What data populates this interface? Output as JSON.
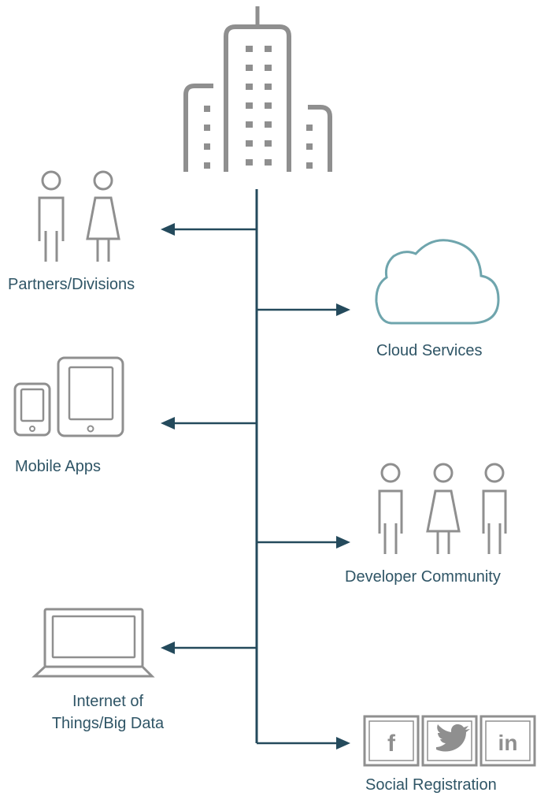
{
  "diagram": {
    "colors": {
      "icon_gray": "#8f8f8f",
      "cloud_teal": "#6fa5ad",
      "connector_navy": "#244a5c",
      "label_text": "#2f5566"
    },
    "center_icon": "building-icon",
    "left_nodes": [
      {
        "label": "Partners/Divisions",
        "icon": "people-icon"
      },
      {
        "label": "Mobile Apps",
        "icon": "mobile-devices-icon"
      },
      {
        "label_line1": "Internet of",
        "label_line2": "Things/Big Data",
        "icon": "laptop-icon"
      }
    ],
    "right_nodes": [
      {
        "label": "Cloud Services",
        "icon": "cloud-icon"
      },
      {
        "label": "Developer Community",
        "icon": "developer-people-icon"
      },
      {
        "label": "Social Registration",
        "icon": "social-icons"
      }
    ],
    "social_glyphs": {
      "facebook": "f",
      "linkedin": "in"
    }
  }
}
